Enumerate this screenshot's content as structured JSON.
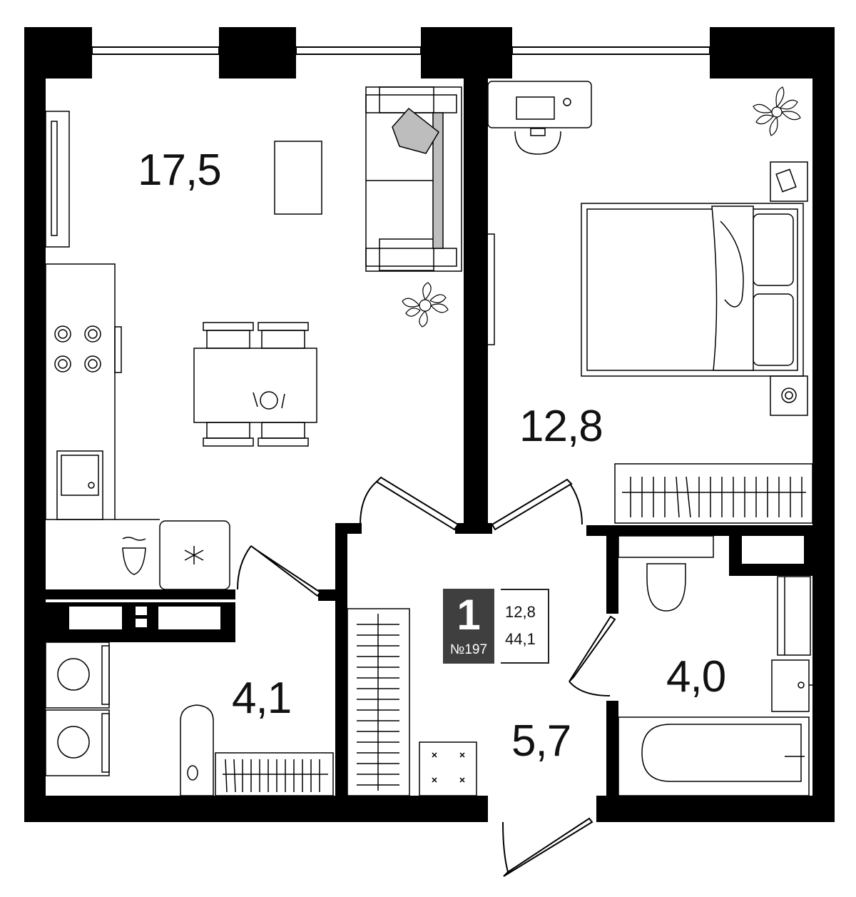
{
  "plan": {
    "rooms": [
      {
        "id": "kitchen-living",
        "area": "17,5"
      },
      {
        "id": "bedroom",
        "area": "12,8"
      },
      {
        "id": "laundry",
        "area": "4,1"
      },
      {
        "id": "bathroom",
        "area": "4,0"
      },
      {
        "id": "hallway",
        "area": "5,7"
      }
    ],
    "badge": {
      "rooms_count": "1",
      "apartment_number": "№197"
    },
    "summary": {
      "living_area": "12,8",
      "total_area": "44,1"
    },
    "colors": {
      "wall": "#000000",
      "badge_bg": "#3f3f3f",
      "accent_fill": "#bdbdbd"
    }
  }
}
